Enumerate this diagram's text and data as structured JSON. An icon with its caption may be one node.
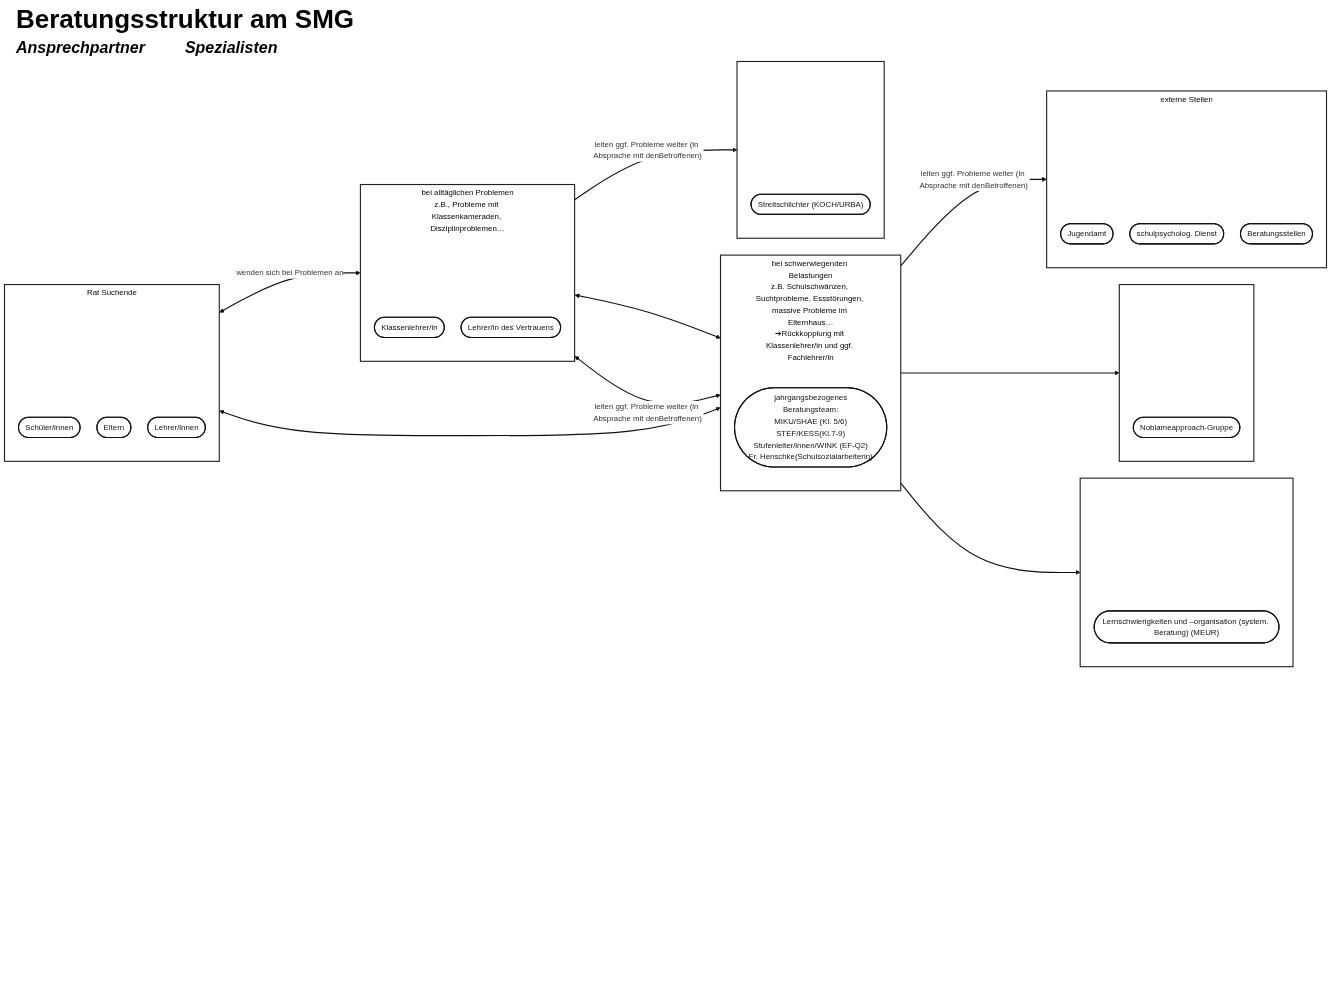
{
  "diagram": {
    "title": "Beratungsstruktur am SMG",
    "nodes": [
      {
        "text": [
          "Rat Suchende"
        ]
      },
      {
        "text": [
          "Schüler/innen"
        ],
        "in": 0
      },
      {
        "text": [
          "Eltern"
        ],
        "in": 0
      },
      {
        "text": [
          "Lehrer/innen"
        ],
        "in": 0
      },
      {
        "text": [
          "bei alltäglichen Problemen",
          "z.B., Probleme mit Klassenkameraden, Disziplinproblemen…"
        ]
      },
      {
        "text": [
          "Klassenlehrer/in"
        ],
        "in": 4
      },
      {
        "text": [
          "Lehrer/in des Vertrauens"
        ],
        "in": 4
      },
      {
        "text": [
          "bei schwerwiegenden Belastungen",
          "z.B. Schulschwänzen, Suchtprobleme, Essstörungen, massive Probleme im Elternhaus…",
          "➔Rückkopplung mit Klassenlehrer/in und ggf. Fachlehrer/in"
        ]
      },
      {
        "text": [
          "jahrgangsbezogenes",
          "Beratungsteam:",
          "MIKU/SHAE (Kl. 5/6)",
          "STEF/KESS(Kl.7-9)",
          "Stufenleiter/innen/WINK (EF-Q2)",
          "Fr. Henschke(Schulsozialarbeiterin)"
        ],
        "in": 7
      },
      {
        "text": [],
        "shape": "box"
      },
      {
        "text": [
          "Streitschlichter (KOCH/URBA)"
        ],
        "in": 9
      },
      {
        "text": [
          "externe Stellen"
        ]
      },
      {
        "text": [
          "Jugendamt"
        ],
        "in": 11
      },
      {
        "text": [
          "schulpsycholog. Dienst"
        ],
        "in": 11
      },
      {
        "text": [
          "Beratungsstellen"
        ],
        "in": 11
      },
      {
        "text": [],
        "shape": "box"
      },
      {
        "text": [
          "Noblameapproach-Gruppe"
        ],
        "in": 15
      },
      {
        "text": [],
        "shape": "box"
      },
      {
        "text": [
          "Lernschwierigkeiten und –organisation (system. Beratung) (MEUR)"
        ],
        "in": 17
      }
    ],
    "edges": [
      {
        "from": 0,
        "to": 4,
        "arrow": "both",
        "label": "wenden sich bei Problemen an"
      },
      {
        "from": 0,
        "to": 7,
        "arrow": "both"
      },
      {
        "from": 4,
        "to": 7,
        "arrow": "both",
        "label": "leiten ggf. Probleme weiter (in Absprache mit denBetroffenen)"
      },
      {
        "from": 4,
        "to": 7,
        "arrow": "both"
      },
      {
        "from": 4,
        "to": 9,
        "arrow": "to",
        "label": "leiten ggf. Probleme weiter (in Absprache mit denBetroffenen)"
      },
      {
        "from": 7,
        "to": 11,
        "arrow": "to",
        "label": "leiten ggf. Probleme weiter (in Absprache mit denBetroffenen)"
      },
      {
        "from": 7,
        "to": 15,
        "arrow": "to"
      },
      {
        "from": 7,
        "to": 17,
        "arrow": "to"
      }
    ],
    "labels": [
      "Ansprechpartner",
      "Spezialisten"
    ]
  }
}
